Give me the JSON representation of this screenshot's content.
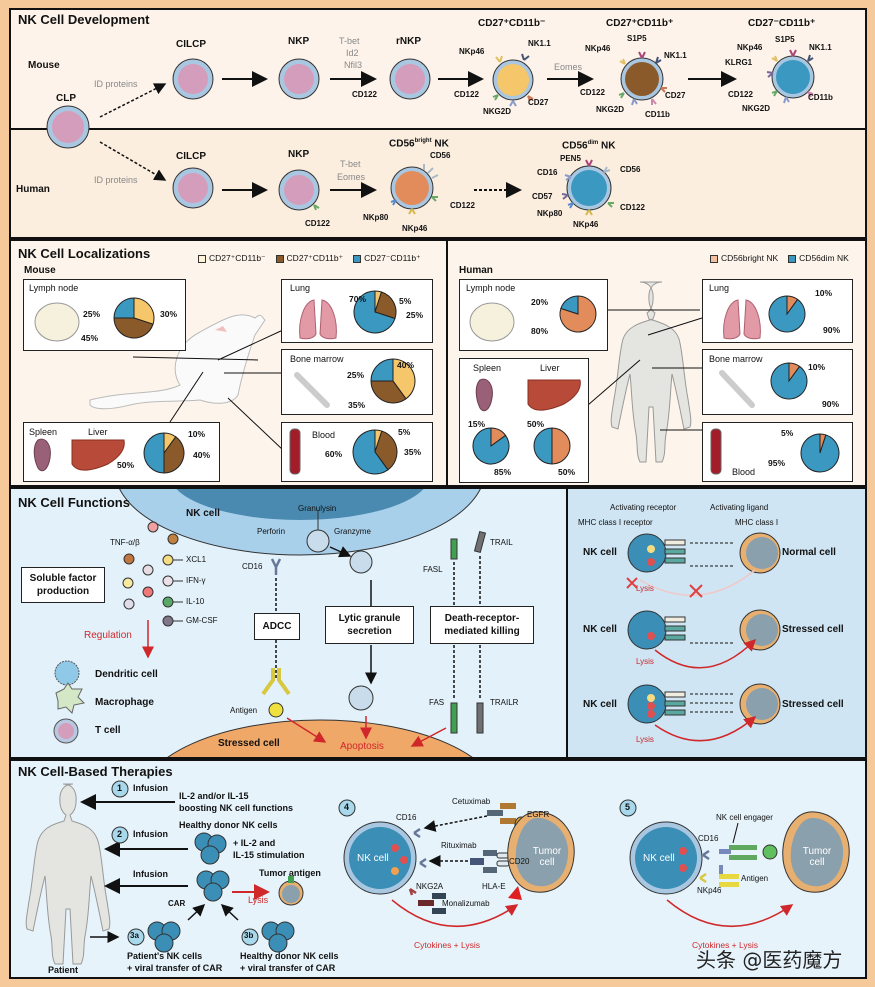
{
  "colors": {
    "orange_frame": "#f5c99a",
    "dev_bg": "#fdf3ea",
    "func_bg": "#e3f1fa",
    "cell_pink": "#d49dbb",
    "cell_rim": "#a9c7e0",
    "immature": "#f6c66a",
    "brown": "#8b5a2b",
    "blue": "#3b98c0",
    "orange_nk": "#e28c5c",
    "red": "#d0282a"
  },
  "development": {
    "title": "NK Cell Development",
    "mouse_label": "Mouse",
    "human_label": "Human",
    "clp": "CLP",
    "mouse": {
      "id_proteins": "ID proteins",
      "cilcp": "CILCP",
      "nkp": "NKP",
      "factors": [
        "T-bet",
        "Id2",
        "Nfil3"
      ],
      "rnkp": "rNKP",
      "rnkp_marker": "CD122",
      "eomes": "Eomes",
      "stage1": {
        "title": "CD27⁺CD11b⁻",
        "markers": [
          "NKp46",
          "NK1.1",
          "CD122",
          "CD27",
          "NKG2D"
        ]
      },
      "stage2": {
        "title": "CD27⁺CD11b⁺",
        "markers": [
          "S1P5",
          "NKp46",
          "NK1.1",
          "CD122",
          "CD27",
          "NKG2D",
          "CD11b"
        ]
      },
      "stage3": {
        "title": "CD27⁻CD11b⁺",
        "markers": [
          "NKp46",
          "S1P5",
          "NK1.1",
          "KLRG1",
          "CD122",
          "CD11b",
          "NKG2D"
        ]
      }
    },
    "human": {
      "id_proteins": "ID proteins",
      "cilcp": "CILCP",
      "nkp": "NKP",
      "nkp_marker": "CD122",
      "factors": [
        "T-bet",
        "Eomes"
      ],
      "bright": {
        "title": "CD56",
        "sup": "bright",
        "suffix": " NK",
        "markers": [
          "CD56",
          "CD122",
          "NKp80",
          "NKp46"
        ]
      },
      "dim": {
        "title": "CD56",
        "sup": "dim",
        "suffix": " NK",
        "markers": [
          "PEN5",
          "CD16",
          "CD56",
          "CD57",
          "CD122",
          "NKp80",
          "NKp46"
        ]
      }
    }
  },
  "localizations": {
    "title": "NK Cell Localizations",
    "mouse": {
      "label": "Mouse",
      "legend": [
        "CD27⁺CD11b⁻",
        "CD27⁺CD11b⁺",
        "CD27⁻CD11b⁺"
      ],
      "lymph_node": {
        "label": "Lymph node",
        "labels": [
          "30%",
          "45%",
          "25%"
        ]
      },
      "lung": {
        "label": "Lung",
        "labels": [
          "5%",
          "25%",
          "70%"
        ]
      },
      "bone_marrow": {
        "label": "Bone marrow",
        "labels": [
          "40%",
          "35%",
          "25%"
        ]
      },
      "spleen_liver": {
        "spleen": "Spleen",
        "liver": "Liver",
        "labels": [
          "10%",
          "40%",
          "50%"
        ]
      },
      "blood": {
        "label": "Blood",
        "labels": [
          "5%",
          "35%",
          "60%"
        ]
      }
    },
    "human": {
      "label": "Human",
      "legend": [
        "CD56bright NK",
        "CD56dim NK"
      ],
      "lymph_node": {
        "label": "Lymph node",
        "labels": [
          "80%",
          "20%"
        ]
      },
      "lung": {
        "label": "Lung",
        "labels": [
          "10%",
          "90%"
        ]
      },
      "bone_marrow": {
        "label": "Bone marrow",
        "labels": [
          "10%",
          "90%"
        ]
      },
      "spleen": {
        "label": "Spleen",
        "labels": [
          "15%",
          "85%"
        ]
      },
      "liver": {
        "label": "Liver",
        "labels": [
          "50%",
          "50%"
        ]
      },
      "blood": {
        "label": "Blood",
        "labels": [
          "5%",
          "95%"
        ]
      }
    }
  },
  "chart_data": [
    {
      "type": "pie",
      "title": "Mouse Lymph node",
      "categories": [
        "CD27+CD11b-",
        "CD27+CD11b+",
        "CD27-CD11b+"
      ],
      "values": [
        30,
        45,
        25
      ]
    },
    {
      "type": "pie",
      "title": "Mouse Lung",
      "categories": [
        "CD27+CD11b-",
        "CD27+CD11b+",
        "CD27-CD11b+"
      ],
      "values": [
        5,
        25,
        70
      ]
    },
    {
      "type": "pie",
      "title": "Mouse Bone marrow",
      "categories": [
        "CD27+CD11b-",
        "CD27+CD11b+",
        "CD27-CD11b+"
      ],
      "values": [
        40,
        35,
        25
      ]
    },
    {
      "type": "pie",
      "title": "Mouse Spleen/Liver",
      "categories": [
        "CD27+CD11b-",
        "CD27+CD11b+",
        "CD27-CD11b+"
      ],
      "values": [
        10,
        40,
        50
      ]
    },
    {
      "type": "pie",
      "title": "Mouse Blood",
      "categories": [
        "CD27+CD11b-",
        "CD27+CD11b+",
        "CD27-CD11b+"
      ],
      "values": [
        5,
        35,
        60
      ]
    },
    {
      "type": "pie",
      "title": "Human Lymph node",
      "categories": [
        "CD56bright NK",
        "CD56dim NK"
      ],
      "values": [
        80,
        20
      ]
    },
    {
      "type": "pie",
      "title": "Human Lung",
      "categories": [
        "CD56bright NK",
        "CD56dim NK"
      ],
      "values": [
        10,
        90
      ]
    },
    {
      "type": "pie",
      "title": "Human Bone marrow",
      "categories": [
        "CD56bright NK",
        "CD56dim NK"
      ],
      "values": [
        10,
        90
      ]
    },
    {
      "type": "pie",
      "title": "Human Spleen",
      "categories": [
        "CD56bright NK",
        "CD56dim NK"
      ],
      "values": [
        15,
        85
      ]
    },
    {
      "type": "pie",
      "title": "Human Liver",
      "categories": [
        "CD56bright NK",
        "CD56dim NK"
      ],
      "values": [
        50,
        50
      ]
    },
    {
      "type": "pie",
      "title": "Human Blood",
      "categories": [
        "CD56bright NK",
        "CD56dim NK"
      ],
      "values": [
        5,
        95
      ]
    }
  ],
  "functions": {
    "title": "NK Cell Functions",
    "nk_cell": "NK cell",
    "tnf": "TNF-α/β",
    "cytokines": [
      "XCL1",
      "IFN-γ",
      "IL-10",
      "GM-CSF"
    ],
    "soluble_box": "Soluble factor production",
    "regulation": "Regulation",
    "targets": [
      "Dendritic cell",
      "Macrophage",
      "T cell"
    ],
    "granulysin": "Granulysin",
    "perforin": "Perforin",
    "granzyme": "Granzyme",
    "cd16": "CD16",
    "adcc": "ADCC",
    "lytic_box": "Lytic granule secretion",
    "fasl": "FASL",
    "trail": "TRAIL",
    "death_box": "Death-receptor-mediated killing",
    "antigen": "Antigen",
    "fas": "FAS",
    "trailr": "TRAILR",
    "stressed_cell": "Stressed cell",
    "apoptosis": "Apoptosis",
    "recognition": {
      "activating_receptor": "Activating receptor",
      "activating_ligand": "Activating ligand",
      "mhc_receptor": "MHC class I receptor",
      "mhc": "MHC class I",
      "nk_cell": "NK cell",
      "normal_cell": "Normal cell",
      "stressed_cell": "Stressed cell",
      "lysis": "Lysis"
    }
  },
  "therapies": {
    "title": "NK Cell-Based Therapies",
    "patient": "Patient",
    "infusion": "Infusion",
    "step1": {
      "num": "1",
      "text1": "IL-2 and/or IL-15",
      "text2": "boosting NK cell functions"
    },
    "step2": {
      "num": "2",
      "title": "Healthy donor NK cells",
      "text1": "+ IL-2 and",
      "text2": "IL-15 stimulation"
    },
    "car": "CAR",
    "tumor_antigen": "Tumor antigen",
    "lysis": "Lysis",
    "step3a": {
      "num": "3a",
      "text1": "Patient's NK cells",
      "text2": "+ viral transfer of CAR"
    },
    "step3b": {
      "num": "3b",
      "text1": "Healthy donor NK cells",
      "text2": "+ viral transfer of CAR"
    },
    "step4": {
      "num": "4",
      "cd16": "CD16",
      "cetuximab": "Cetuximab",
      "egfr": "EGFR",
      "rituximab": "Rituximab",
      "cd20": "CD20",
      "nkg2a": "NKG2A",
      "hla_e": "HLA-E",
      "monalizumab": "Monalizumab",
      "nk_cell": "NK cell",
      "tumor_cell": "Tumor cell",
      "outcome": "Cytokines + Lysis"
    },
    "step5": {
      "num": "5",
      "engager": "NK cell engager",
      "cd16": "CD16",
      "nkp46": "NKp46",
      "antigen": "Antigen",
      "nk_cell": "NK cell",
      "tumor_cell": "Tumor cell",
      "outcome": "Cytokines + Lysis"
    }
  },
  "watermark": "头条 @医药魔方"
}
